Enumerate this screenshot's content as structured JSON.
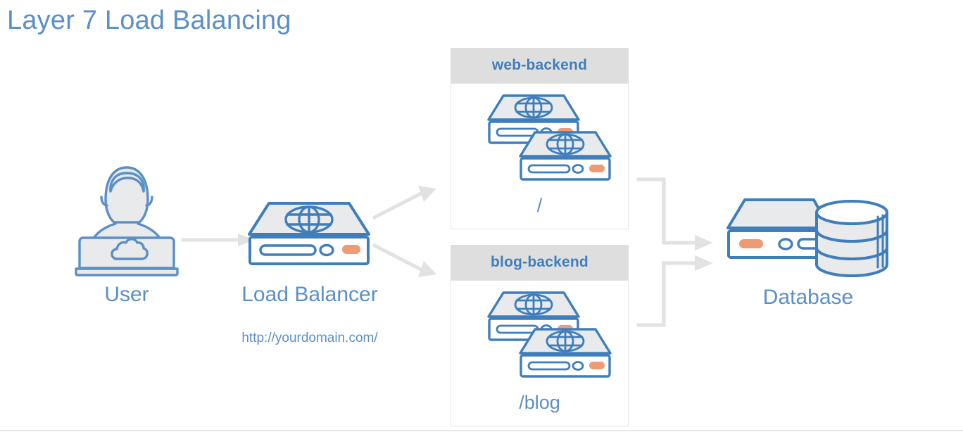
{
  "diagram": {
    "title": "Layer 7 Load Balancing",
    "type": "network-architecture",
    "colors": {
      "accent_blue": "#3f7ebc",
      "label_blue": "#5a8fc7",
      "orange": "#ee9a75",
      "icon_fill": "#e8eaec",
      "header_gray": "#dedede",
      "arrow_gray": "#e2e2e2",
      "background": "#ffffff"
    },
    "nodes": [
      {
        "id": "user",
        "label": "User",
        "icon": "user-laptop-icon"
      },
      {
        "id": "load-balancer",
        "label": "Load Balancer",
        "icon": "server-globe-icon",
        "sublabel": "http://yourdomain.com/"
      },
      {
        "id": "database",
        "label": "Database",
        "icon": "database-cylinder-icon"
      }
    ],
    "backends": [
      {
        "id": "web-backend",
        "header": "web-backend",
        "path": "/",
        "servers": 2
      },
      {
        "id": "blog-backend",
        "header": "blog-backend",
        "path": "/blog",
        "servers": 2
      }
    ],
    "connections": [
      {
        "from": "user",
        "to": "load-balancer",
        "style": "straight-arrow"
      },
      {
        "from": "load-balancer",
        "to": "web-backend",
        "style": "diagonal-arrow-up"
      },
      {
        "from": "load-balancer",
        "to": "blog-backend",
        "style": "diagonal-arrow-down"
      },
      {
        "from": "web-backend",
        "to": "database",
        "style": "elbow-arrow"
      },
      {
        "from": "blog-backend",
        "to": "database",
        "style": "elbow-arrow"
      }
    ]
  }
}
